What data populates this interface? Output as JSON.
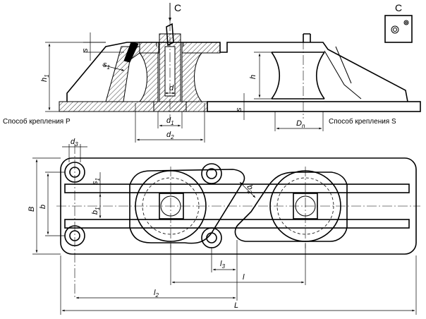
{
  "view_marker": "С",
  "detail_title": "С",
  "captions": {
    "method_p": "Способ крепления Р",
    "method_s": "Способ крепления S"
  },
  "dimensions": {
    "s_top": "s",
    "s1_top": "s",
    "s1_top_sub": "1",
    "h1": "h",
    "h1_sub": "1",
    "d": "d",
    "h": "h",
    "s_bottom": "s",
    "d1": "d",
    "d1_sub": "1",
    "d2": "d",
    "d2_sub": "2",
    "Dn": "D",
    "Dn_sub": "n",
    "d3": "d",
    "d3_sub": "3",
    "s1_plan": "s",
    "s1_plan_sub": "1",
    "B": "B",
    "b": "b",
    "b1": "b",
    "b1_sub": "1",
    "b2": "b",
    "b2_sub": "2",
    "l3": "l",
    "l3_sub": "3",
    "l": "l",
    "l2": "l",
    "l2_sub": "2",
    "L": "L"
  }
}
